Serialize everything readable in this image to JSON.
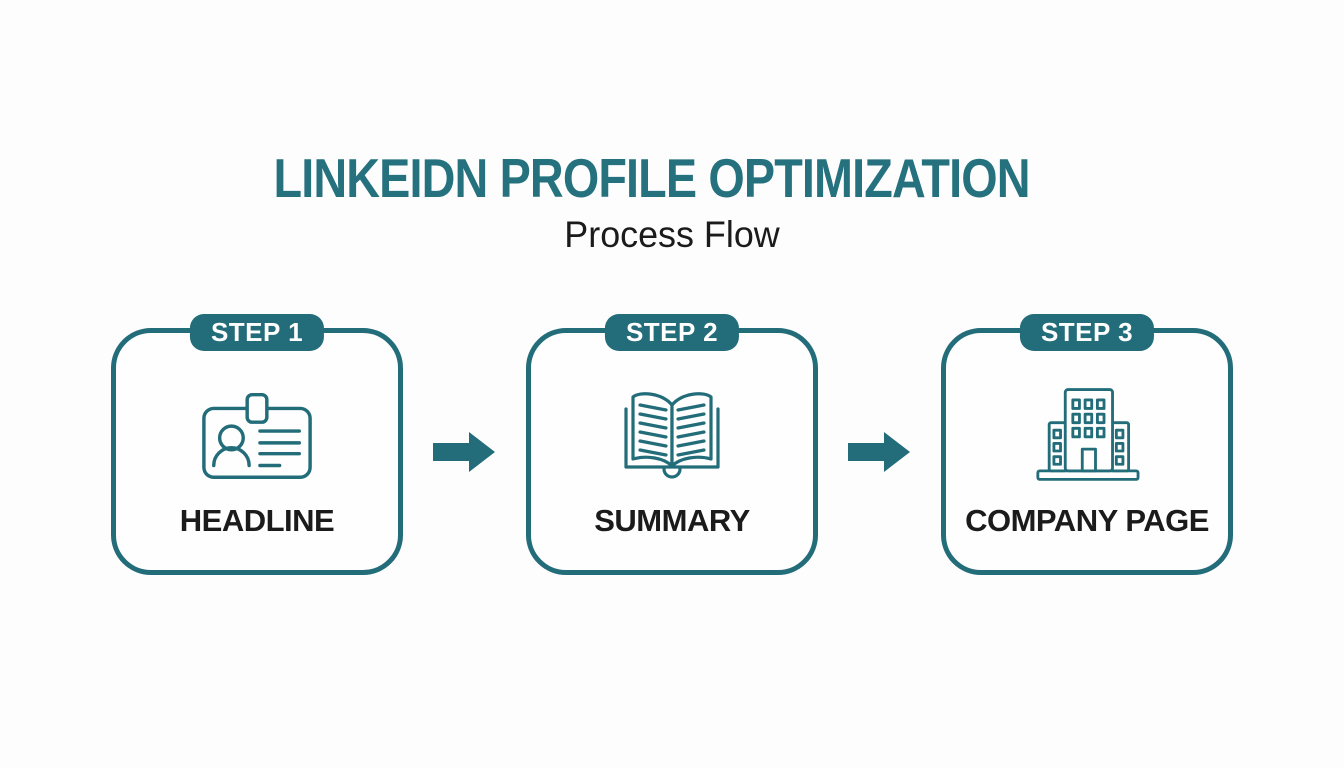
{
  "theme": {
    "accent": "#226d79",
    "title_color": "#25717e",
    "text_color": "#1b1b1b",
    "background": "#fdfdfd"
  },
  "header": {
    "title": "LINKEIDN PROFILE OPTIMIZATION",
    "subtitle": "Process Flow"
  },
  "flow": {
    "connector_icon": "arrow-right-icon",
    "steps": [
      {
        "badge": "STEP 1",
        "label": "HEADLINE",
        "icon": "id-card-icon"
      },
      {
        "badge": "STEP 2",
        "label": "SUMMARY",
        "icon": "open-book-icon"
      },
      {
        "badge": "STEP 3",
        "label": "COMPANY PAGE",
        "icon": "building-icon"
      }
    ]
  }
}
